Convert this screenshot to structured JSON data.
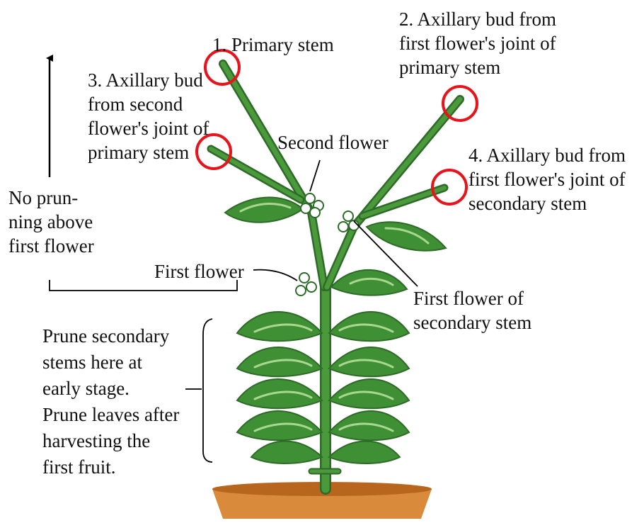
{
  "labels": {
    "primary_stem": "1. Primary stem",
    "bud2": [
      "2. Axillary bud from",
      "first flower's joint of",
      "primary stem"
    ],
    "bud3": [
      "3. Axillary bud",
      "from second",
      "flower's joint of",
      "primary stem"
    ],
    "bud4": [
      "4. Axillary bud from",
      "first flower's joint of",
      "secondary stem"
    ],
    "second_flower": "Second flower",
    "no_pruning": [
      "No prun-",
      "ning above",
      "first flower"
    ],
    "first_flower": "First flower",
    "first_flower_secondary": [
      "First flower of",
      "secondary stem"
    ],
    "prune_note": [
      "Prune secondary",
      "stems here at",
      "early stage.",
      "Prune leaves after",
      "harvesting the",
      "first fruit."
    ]
  },
  "colors": {
    "stem": "#4a9a3c",
    "stem_dark": "#2e6a28",
    "leaf": "#3f8f34",
    "leaf_vein": "#a8d890",
    "circle": "#e8141c",
    "pot": "#d98a3a",
    "soil": "#b8661e"
  }
}
